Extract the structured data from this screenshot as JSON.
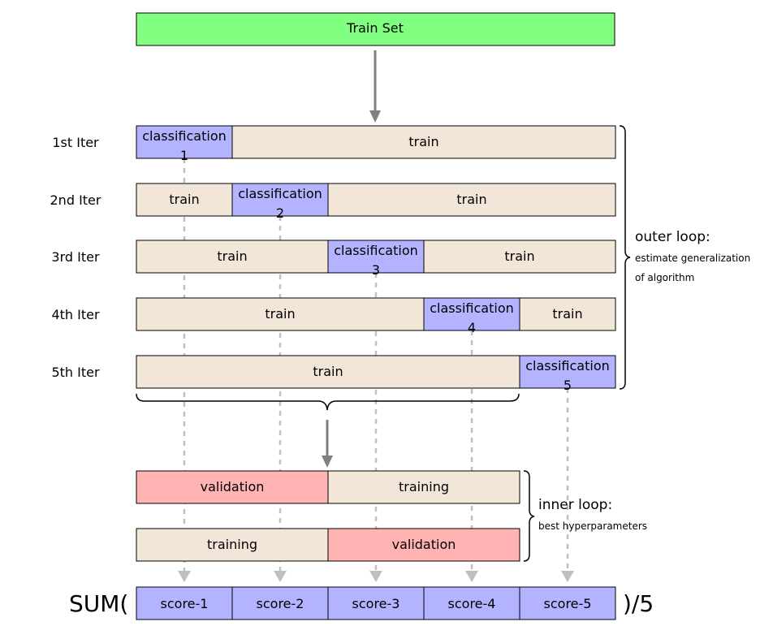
{
  "train_set": "Train Set",
  "iterations": [
    {
      "label": "1st Iter",
      "cells": [
        {
          "kind": "classification",
          "text": "classification",
          "num": "1"
        },
        {
          "kind": "train",
          "text": "train"
        }
      ]
    },
    {
      "label": "2nd Iter",
      "cells": [
        {
          "kind": "train",
          "text": "train"
        },
        {
          "kind": "classification",
          "text": "classification",
          "num": "2"
        },
        {
          "kind": "train",
          "text": "train"
        }
      ]
    },
    {
      "label": "3rd Iter",
      "cells": [
        {
          "kind": "train",
          "text": "train"
        },
        {
          "kind": "classification",
          "text": "classification",
          "num": "3"
        },
        {
          "kind": "train",
          "text": "train"
        }
      ]
    },
    {
      "label": "4th Iter",
      "cells": [
        {
          "kind": "train",
          "text": "train"
        },
        {
          "kind": "classification",
          "text": "classification",
          "num": "4"
        },
        {
          "kind": "train",
          "text": "train"
        }
      ]
    },
    {
      "label": "5th Iter",
      "cells": [
        {
          "kind": "train",
          "text": "train"
        },
        {
          "kind": "classification",
          "text": "classification",
          "num": "5"
        }
      ]
    }
  ],
  "outer_loop": {
    "title": "outer loop:",
    "line1": "estimate generalization",
    "line2": "of algorithm"
  },
  "inner_rows": [
    [
      {
        "kind": "validation",
        "text": "validation"
      },
      {
        "kind": "train",
        "text": "training"
      }
    ],
    [
      {
        "kind": "train",
        "text": "training"
      },
      {
        "kind": "validation",
        "text": "validation"
      }
    ]
  ],
  "inner_loop": {
    "title": "inner loop:",
    "line1": "best hyperparameters"
  },
  "sum_prefix": "SUM(",
  "sum_suffix": ")/5",
  "scores": [
    "score-1",
    "score-2",
    "score-3",
    "score-4",
    "score-5"
  ],
  "colors": {
    "train_set": "#80ff80",
    "train": "#f2e6d9",
    "classification": "#b3b3ff",
    "validation": "#ffb3b3",
    "arrow": "#808080",
    "dashed": "#bfbfbf"
  }
}
